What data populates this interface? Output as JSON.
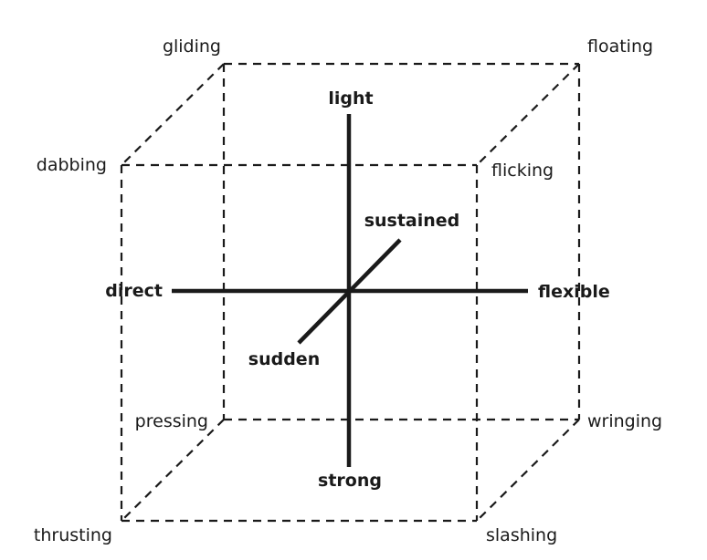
{
  "corners": {
    "gliding": "gliding",
    "floating": "floating",
    "dabbing": "dabbing",
    "flicking": "flicking",
    "pressing": "pressing",
    "wringing": "wringing",
    "thrusting": "thrusting",
    "slashing": "slashing"
  },
  "axes": {
    "light": "light",
    "strong": "strong",
    "direct": "direct",
    "flexible": "flexible",
    "sustained": "sustained",
    "sudden": "sudden"
  }
}
